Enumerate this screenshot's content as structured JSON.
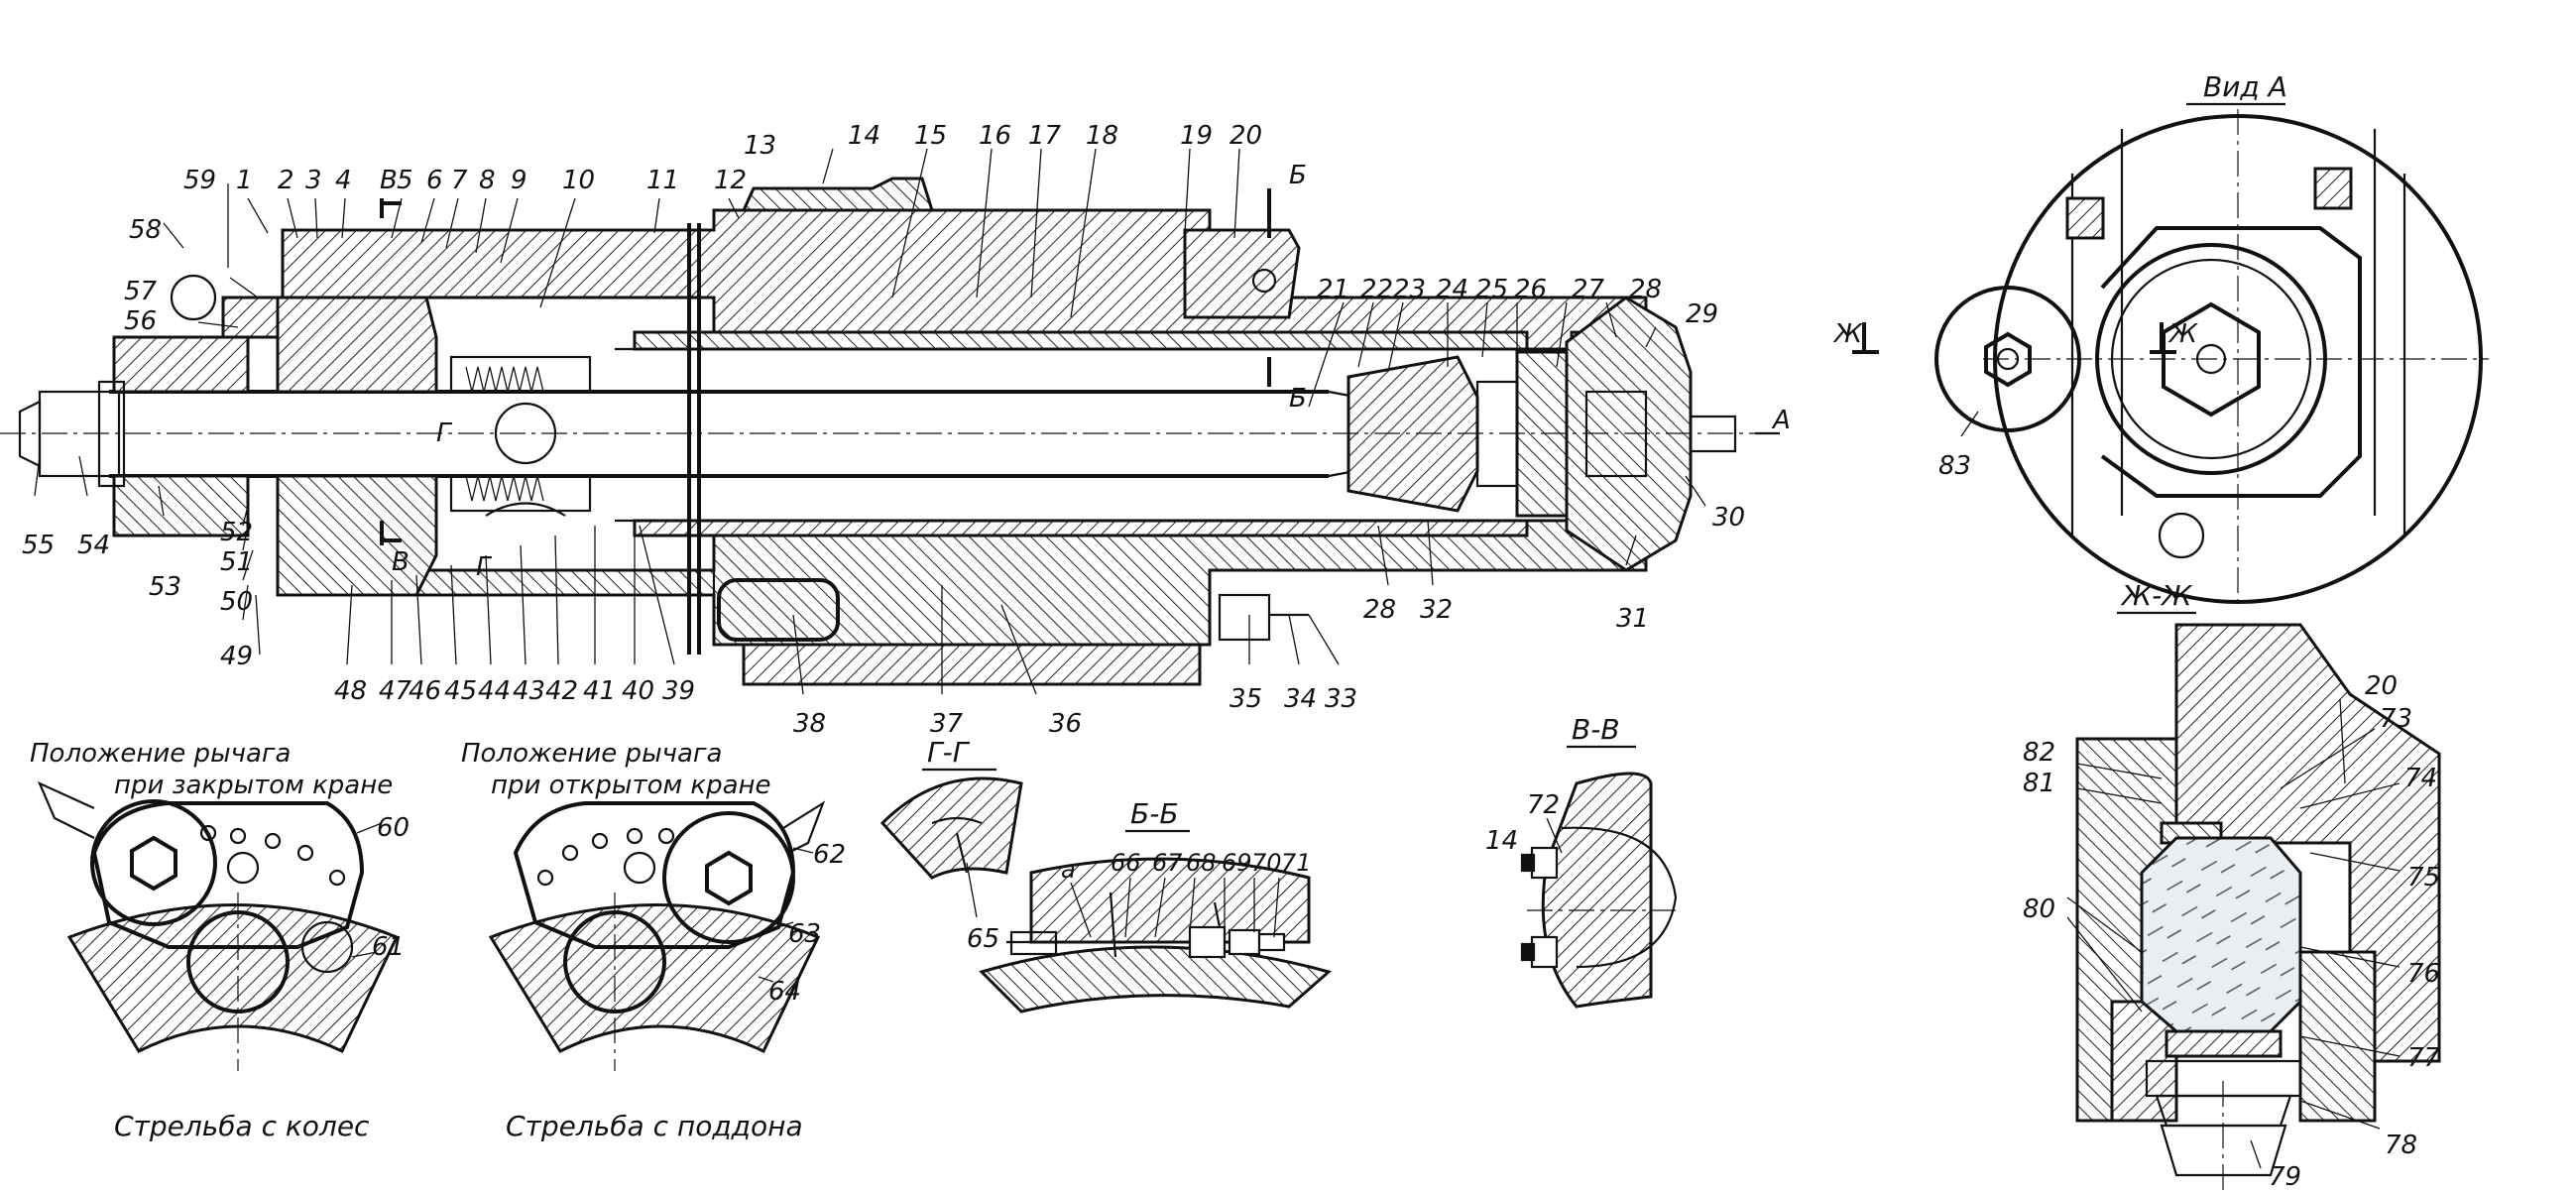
{
  "labels": {
    "main": [
      "1",
      "2",
      "3",
      "4",
      "5",
      "6",
      "7",
      "8",
      "9",
      "10",
      "11",
      "12",
      "13",
      "14",
      "15",
      "16",
      "17",
      "18",
      "19",
      "20",
      "21",
      "22",
      "23",
      "24",
      "25",
      "26",
      "27",
      "28",
      "29",
      "30",
      "31",
      "32",
      "33",
      "34",
      "35",
      "36",
      "37",
      "38",
      "39",
      "40",
      "41",
      "42",
      "43",
      "44",
      "45",
      "46",
      "47",
      "48",
      "49",
      "50",
      "51",
      "52",
      "53",
      "54",
      "55",
      "56",
      "57",
      "58",
      "59",
      "28"
    ],
    "view_a": [
      "83"
    ],
    "zh": [
      "20",
      "73",
      "74",
      "75",
      "76",
      "77",
      "78",
      "79",
      "80",
      "81",
      "82"
    ],
    "levers": [
      "60",
      "61",
      "62",
      "63",
      "64"
    ],
    "sections": [
      "65",
      "a",
      "66",
      "67",
      "68",
      "69",
      "70",
      "71",
      "72",
      "14"
    ],
    "letters": [
      "В",
      "В",
      "Г",
      "Г",
      "Б",
      "Б",
      "A",
      "Ж",
      "Ж"
    ]
  },
  "titles": {
    "view_a": "Вид А",
    "section_zh": "Ж-Ж",
    "section_gg": "Г-Г",
    "section_bb": "Б-Б",
    "section_vv": "В-В"
  },
  "captions": {
    "closed_1": "Положение рычага",
    "closed_2": "при закрытом кране",
    "open_1": "Положение рычага",
    "open_2": "при открытом кране",
    "fire_wheels": "Стрельба с колес",
    "fire_pallet": "Стрельба с поддона"
  }
}
